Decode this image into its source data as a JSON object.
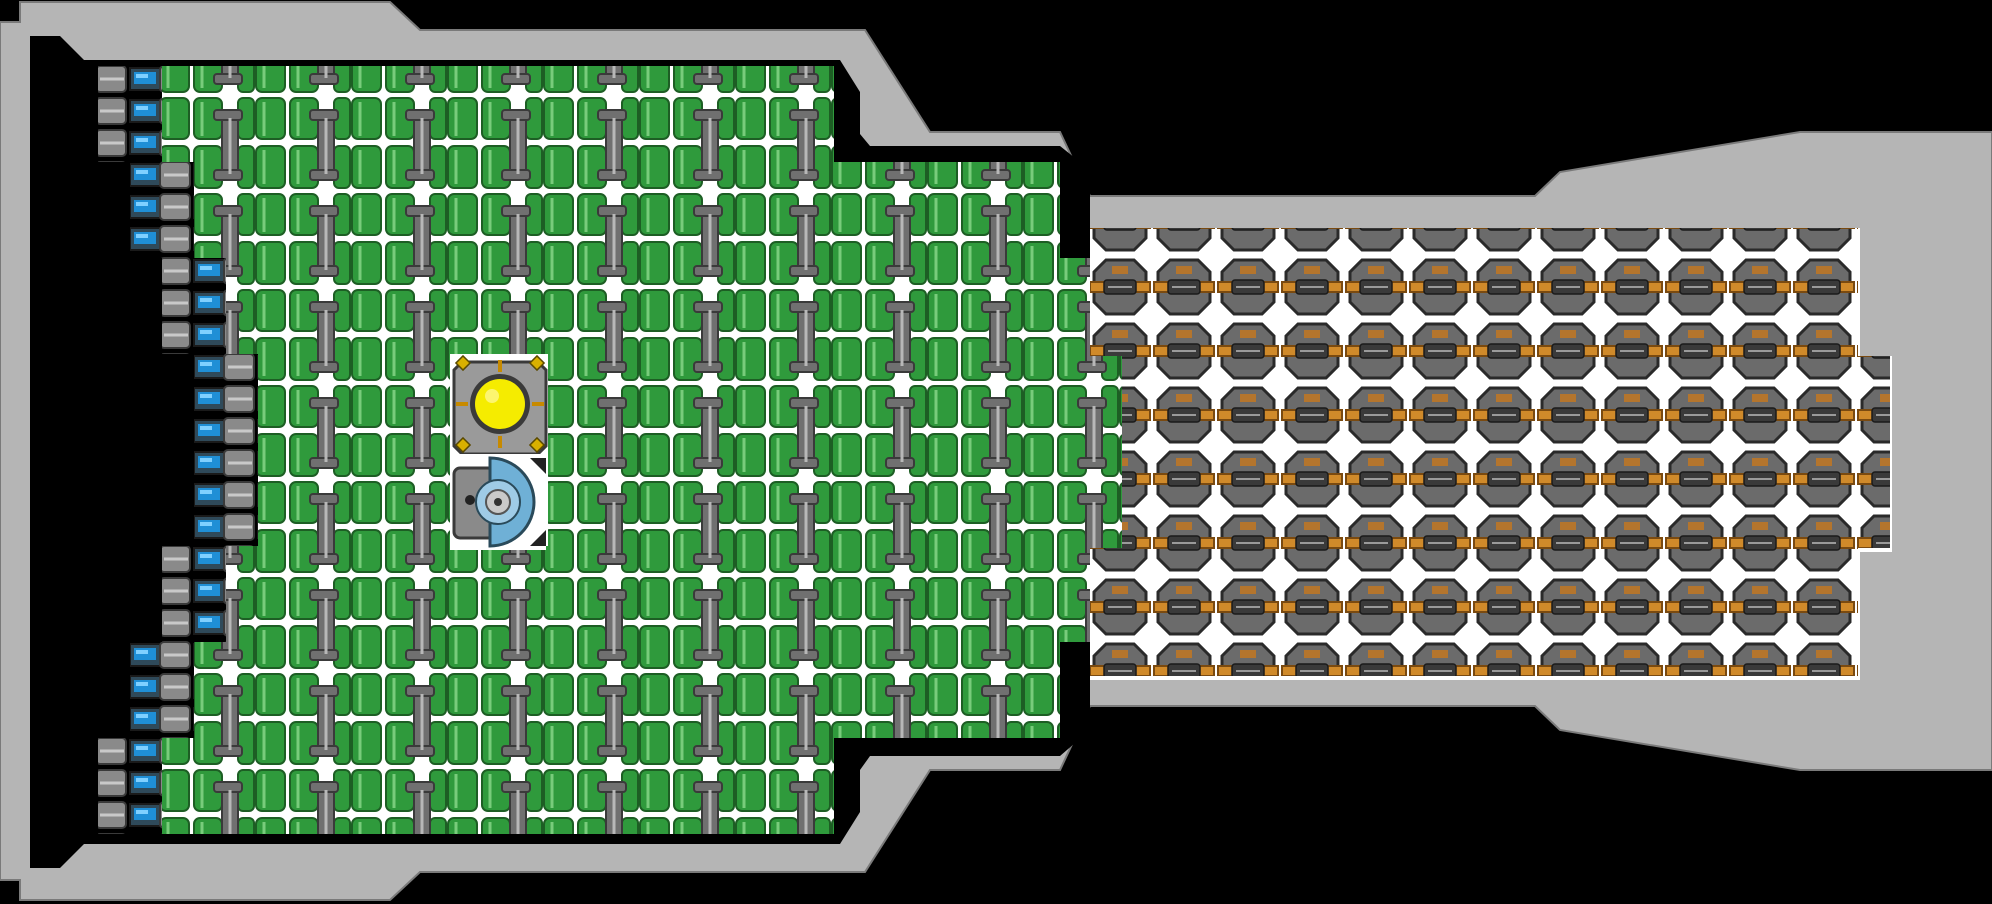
{
  "ship": {
    "hull_color": "#b5b5b5",
    "hull_shadow": "#8a8a8a",
    "floor_color": "#ffffff",
    "space_color": "#000000"
  },
  "modules": {
    "fuel_tank": {
      "icon": "fuel-tank-icon",
      "color": "#2f9a3c",
      "highlight": "#7ad07a"
    },
    "pipe": {
      "icon": "pipe-connector-icon",
      "color": "#6f6f6f"
    },
    "thruster": {
      "icon": "thruster-icon",
      "color": "#1f7fbf"
    },
    "reactor": {
      "icon": "reactor-core-icon",
      "color": "#f5ec00"
    },
    "cockpit": {
      "icon": "cockpit-icon",
      "color": "#6fb0d6"
    },
    "cannon": {
      "icon": "laser-cannon-icon",
      "color": "#c7781e"
    }
  },
  "layout": {
    "tank_rows": [
      {
        "thrusters": 3,
        "tanks": 7
      },
      {
        "thrusters": 3,
        "tanks": 9
      },
      {
        "thrusters": 3,
        "tanks": 9
      },
      {
        "thrusters": 6,
        "tanks": 9,
        "has_core": true
      },
      {
        "thrusters": 3,
        "tanks": 9
      },
      {
        "thrusters": 3,
        "tanks": 9
      },
      {
        "thrusters": 3,
        "tanks": 7
      }
    ],
    "cannon_rows": [
      {
        "count": 12
      },
      {
        "count": 12
      },
      {
        "count": 12
      },
      {
        "count": 12
      },
      {
        "count": 12
      },
      {
        "count": 12
      },
      {
        "count": 12
      }
    ]
  }
}
